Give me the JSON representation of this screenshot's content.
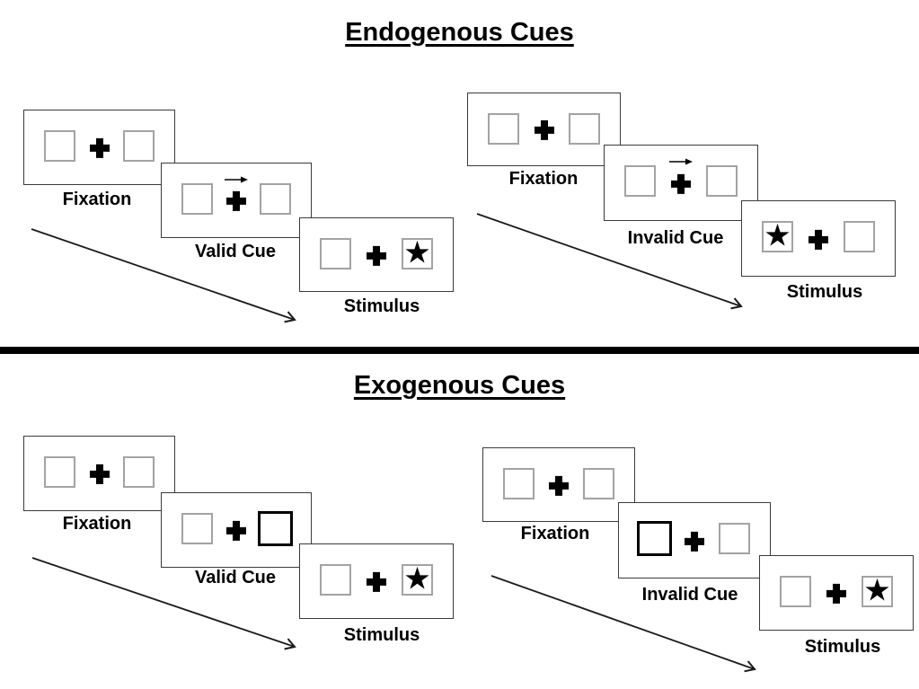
{
  "sections": [
    {
      "title": "Endogenous Cues",
      "panels": [
        {
          "name": "valid",
          "fixation_label": "Fixation",
          "cue_label": "Valid Cue",
          "stimulus_label": "Stimulus",
          "cue_type": "central-arrow",
          "cue_direction": "right",
          "star_position": "right"
        },
        {
          "name": "invalid",
          "fixation_label": "Fixation",
          "cue_label": "Invalid Cue",
          "stimulus_label": "Stimulus",
          "cue_type": "central-arrow",
          "cue_direction": "right",
          "star_position": "left"
        }
      ]
    },
    {
      "title": "Exogenous Cues",
      "panels": [
        {
          "name": "valid",
          "fixation_label": "Fixation",
          "cue_label": "Valid Cue",
          "stimulus_label": "Stimulus",
          "cue_type": "box-highlight",
          "cue_highlight": "right",
          "star_position": "right"
        },
        {
          "name": "invalid",
          "fixation_label": "Fixation",
          "cue_label": "Invalid Cue",
          "stimulus_label": "Stimulus",
          "cue_type": "box-highlight",
          "cue_highlight": "left",
          "star_position": "right"
        }
      ]
    }
  ],
  "icons": {
    "star": "★"
  },
  "colors": {
    "background": "#ffffff",
    "card_border": "#3a3a3a",
    "box_border": "#a3a3a3",
    "line": "#1a1a1a",
    "ink": "#000000"
  }
}
